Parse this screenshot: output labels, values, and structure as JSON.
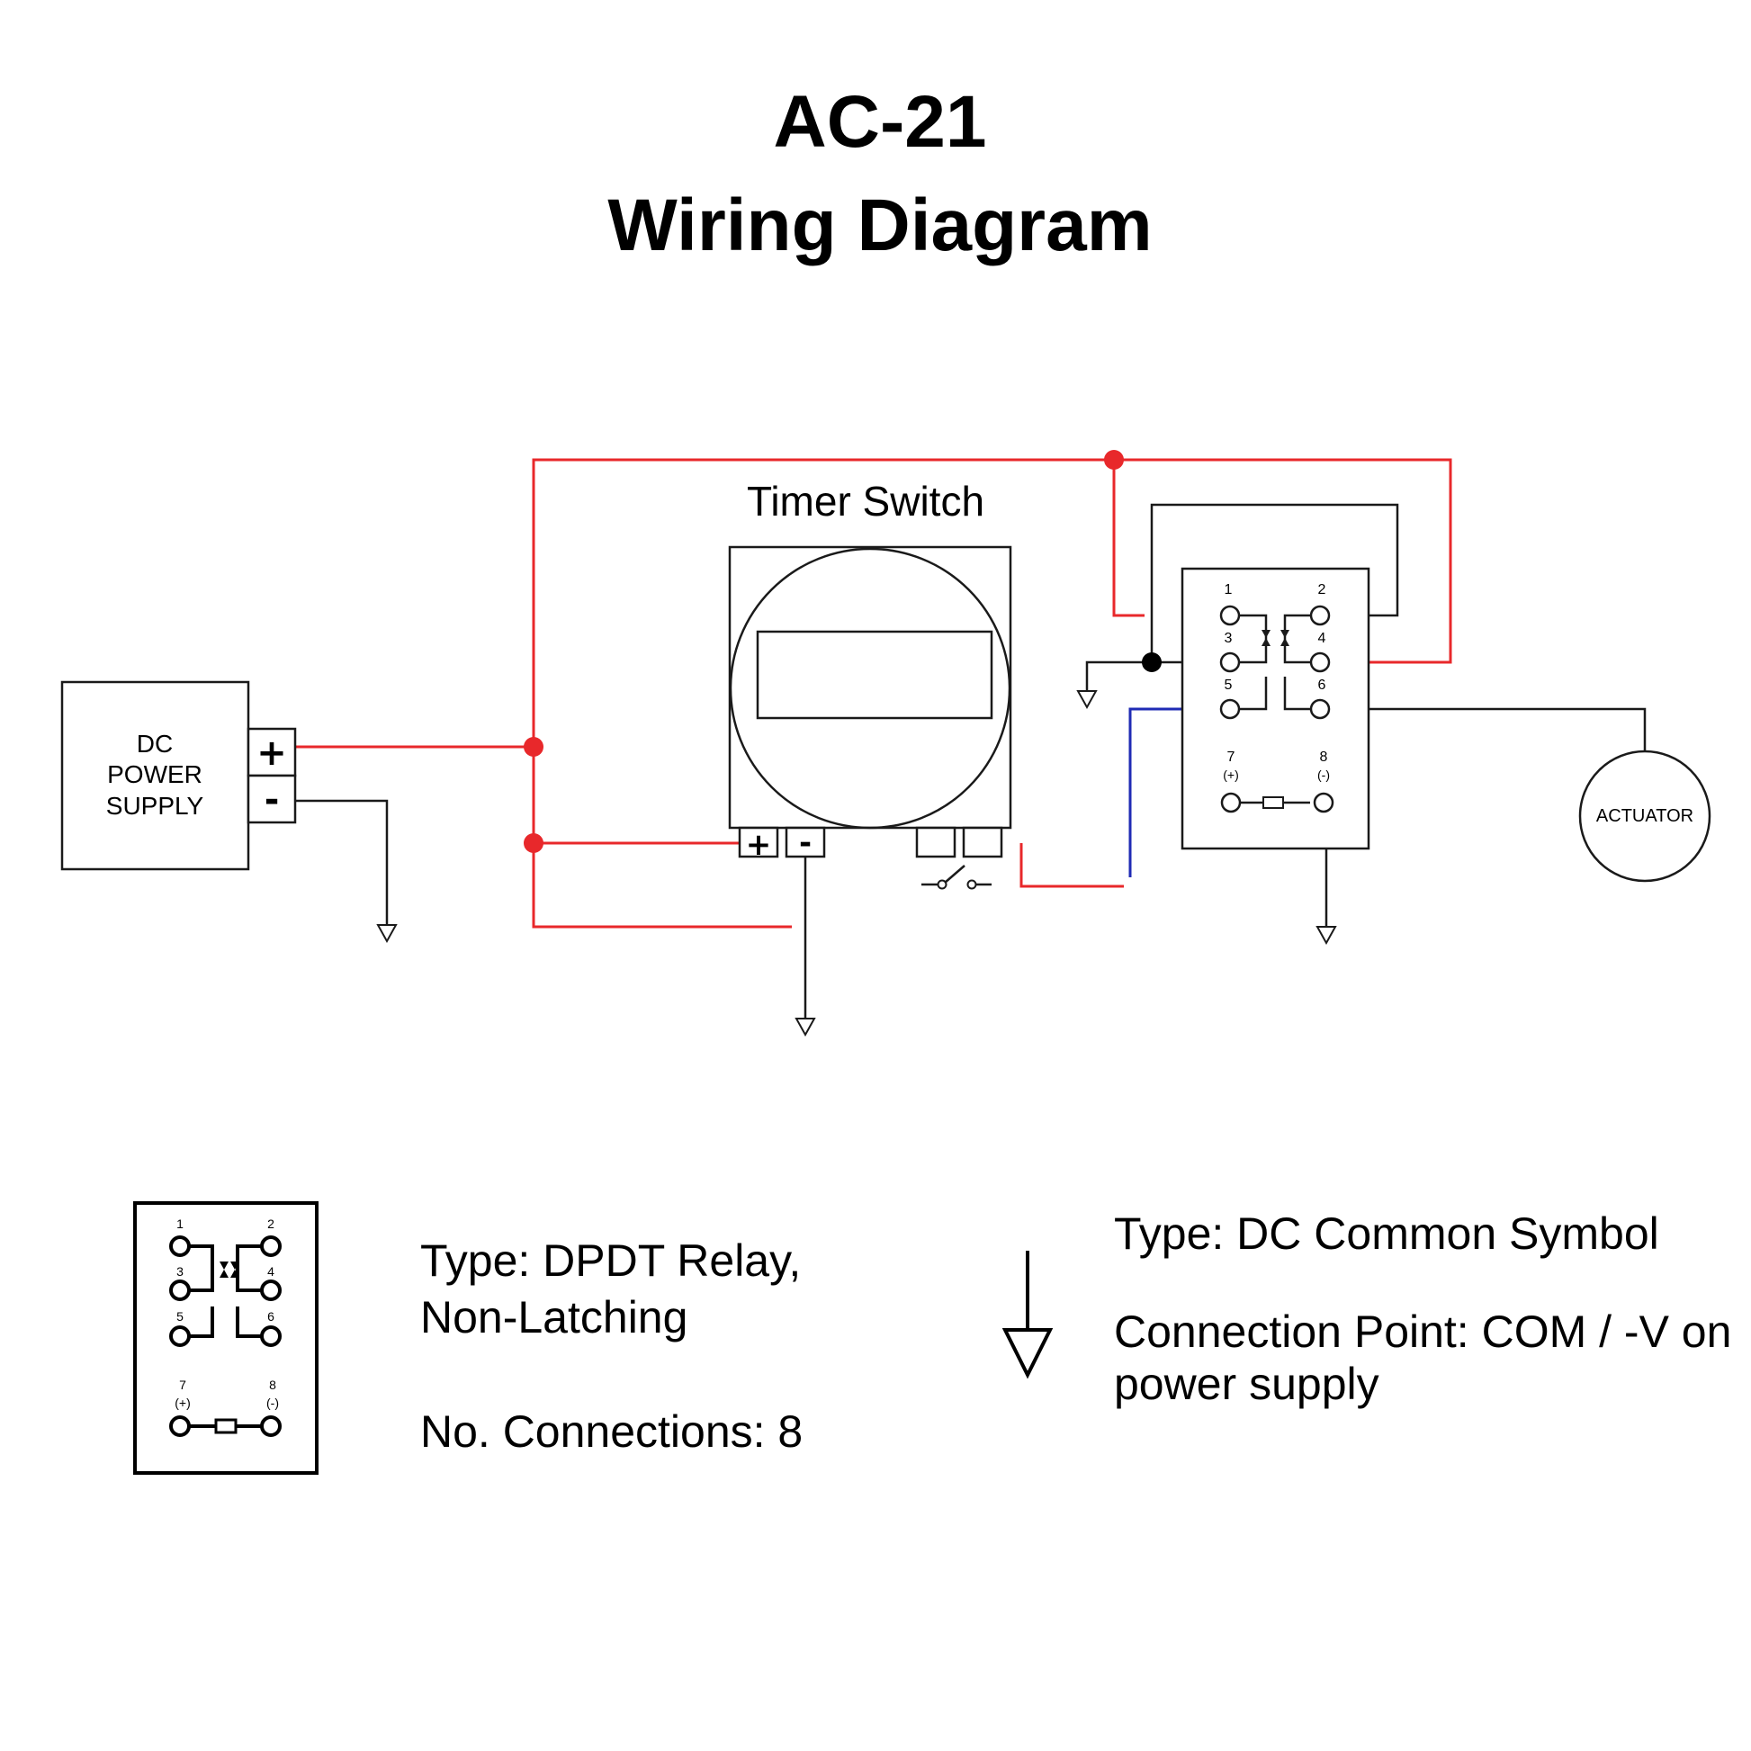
{
  "title": {
    "line1": "AC-21",
    "line2": "Wiring Diagram"
  },
  "colors": {
    "positive_wire": "#e8282b",
    "switched_wire": "#1f2bb5",
    "common_wire": "#1a1a1a",
    "junction_positive": "#e8282b",
    "junction_common": "#000000"
  },
  "components": {
    "power_supply": {
      "lines": [
        "DC",
        "POWER",
        "SUPPLY"
      ],
      "plus": "+",
      "minus": "-"
    },
    "timer_switch": {
      "label": "Timer Switch",
      "plus": "+",
      "minus": "-"
    },
    "relay": {
      "pins": [
        "1",
        "2",
        "3",
        "4",
        "5",
        "6",
        "7",
        "8"
      ],
      "pin7_polarity": "(+)",
      "pin8_polarity": "(-)"
    },
    "actuator": {
      "label": "ACTUATOR"
    }
  },
  "legend": {
    "relay": {
      "pins": [
        "1",
        "2",
        "3",
        "4",
        "5",
        "6",
        "7",
        "8"
      ],
      "pin7_polarity": "(+)",
      "pin8_polarity": "(-)",
      "type_line1": "Type: DPDT Relay,",
      "type_line2": "Non-Latching",
      "connections": "No. Connections: 8"
    },
    "common": {
      "type": "Type: DC Common Symbol",
      "connection_line1": "Connection Point: COM  / -V on",
      "connection_line2": "power supply"
    }
  }
}
